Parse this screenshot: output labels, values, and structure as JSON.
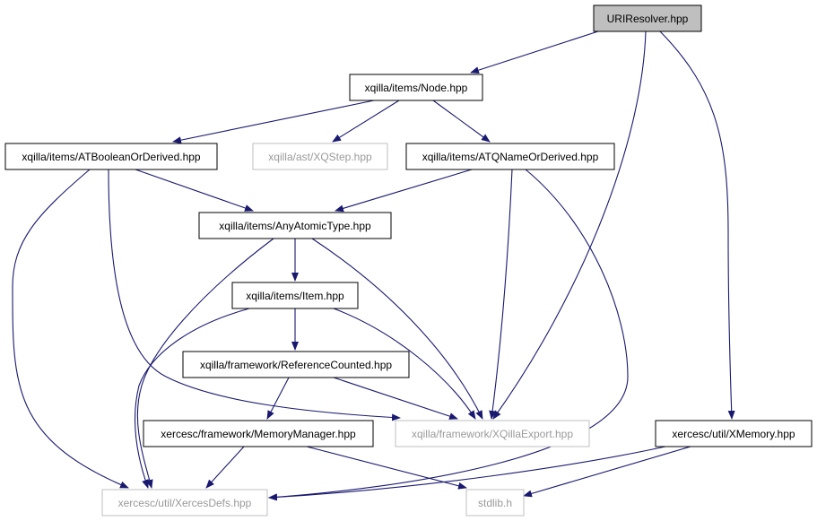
{
  "colors": {
    "edge": "#191970",
    "root_fill": "#bfbfbf",
    "node_border": "#000000",
    "missing_border": "#bfbfbf",
    "missing_text": "#9a9a9a",
    "background": "#ffffff"
  },
  "nodes": {
    "uriresolver": {
      "label": "URIResolver.hpp",
      "kind": "root"
    },
    "node": {
      "label": "xqilla/items/Node.hpp",
      "kind": "normal"
    },
    "atboolean": {
      "label": "xqilla/items/ATBooleanOrDerived.hpp",
      "kind": "normal"
    },
    "xqstep": {
      "label": "xqilla/ast/XQStep.hpp",
      "kind": "missing"
    },
    "atqname": {
      "label": "xqilla/items/ATQNameOrDerived.hpp",
      "kind": "normal"
    },
    "anyatomic": {
      "label": "xqilla/items/AnyAtomicType.hpp",
      "kind": "normal"
    },
    "item": {
      "label": "xqilla/items/Item.hpp",
      "kind": "normal"
    },
    "refcounted": {
      "label": "xqilla/framework/ReferenceCounted.hpp",
      "kind": "normal"
    },
    "memorymanager": {
      "label": "xercesc/framework/MemoryManager.hpp",
      "kind": "normal"
    },
    "xqillaexport": {
      "label": "xqilla/framework/XQillaExport.hpp",
      "kind": "missing"
    },
    "xmemory": {
      "label": "xercesc/util/XMemory.hpp",
      "kind": "normal"
    },
    "xercesdefs": {
      "label": "xercesc/util/XercesDefs.hpp",
      "kind": "missing"
    },
    "stdlib": {
      "label": "stdlib.h",
      "kind": "missing"
    }
  },
  "edges": [
    {
      "from": "uriresolver",
      "to": "node"
    },
    {
      "from": "uriresolver",
      "to": "xqillaexport"
    },
    {
      "from": "uriresolver",
      "to": "xmemory"
    },
    {
      "from": "node",
      "to": "atboolean"
    },
    {
      "from": "node",
      "to": "xqstep"
    },
    {
      "from": "node",
      "to": "atqname"
    },
    {
      "from": "atboolean",
      "to": "anyatomic"
    },
    {
      "from": "atboolean",
      "to": "xqillaexport"
    },
    {
      "from": "atboolean",
      "to": "xercesdefs"
    },
    {
      "from": "atqname",
      "to": "anyatomic"
    },
    {
      "from": "atqname",
      "to": "xqillaexport"
    },
    {
      "from": "atqname",
      "to": "xercesdefs"
    },
    {
      "from": "anyatomic",
      "to": "item"
    },
    {
      "from": "anyatomic",
      "to": "xqillaexport"
    },
    {
      "from": "anyatomic",
      "to": "xercesdefs"
    },
    {
      "from": "item",
      "to": "refcounted"
    },
    {
      "from": "item",
      "to": "xqillaexport"
    },
    {
      "from": "item",
      "to": "xercesdefs"
    },
    {
      "from": "refcounted",
      "to": "memorymanager"
    },
    {
      "from": "refcounted",
      "to": "xqillaexport"
    },
    {
      "from": "memorymanager",
      "to": "xercesdefs"
    },
    {
      "from": "memorymanager",
      "to": "stdlib"
    },
    {
      "from": "xmemory",
      "to": "xercesdefs"
    },
    {
      "from": "xmemory",
      "to": "stdlib"
    }
  ]
}
